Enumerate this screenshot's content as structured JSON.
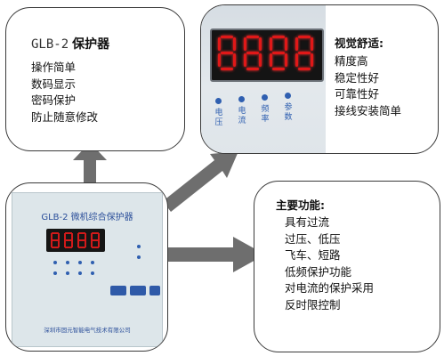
{
  "intro": {
    "model": "GLB-2",
    "name": "保护器",
    "features": [
      "操作简单",
      "数码显示",
      "密码保护",
      "防止随意修改"
    ]
  },
  "visual": {
    "heading": "视觉舒适:",
    "features": [
      "精度高",
      "稳定性好",
      "可靠性好",
      "接线安装简单"
    ],
    "indicator_labels": [
      "电压",
      "电流",
      "频率",
      "参数"
    ]
  },
  "functions": {
    "heading": "主要功能:",
    "items": [
      "具有过流",
      "过压、低压",
      "飞车、短路",
      "低频保护功能",
      "对电流的保护采用",
      "反时限控制"
    ]
  },
  "device": {
    "title": "GLB-2 微机综合保护器",
    "footer": "深圳市固元智能电气技术有限公司"
  },
  "colors": {
    "arrow": "#6e6e6e",
    "box_border": "#3a3a3a",
    "led_red": "#e01818",
    "indicator_blue": "#2f5fb0"
  }
}
